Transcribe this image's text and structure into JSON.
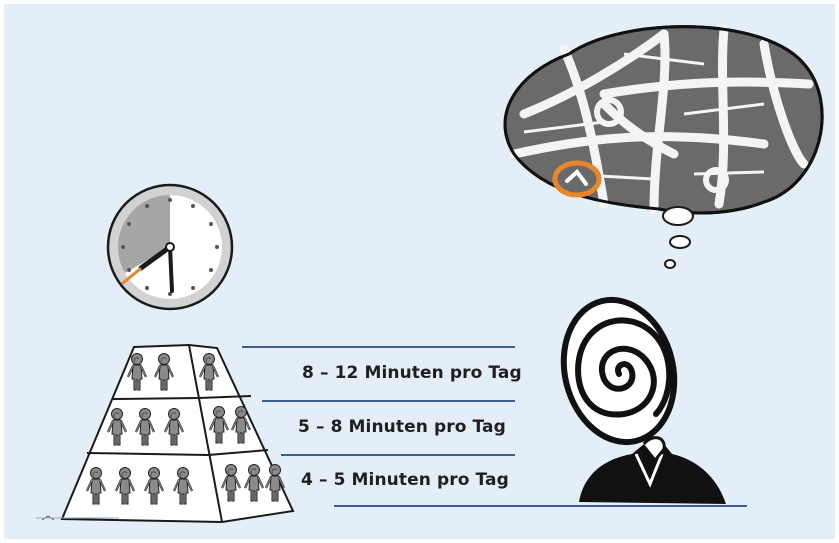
{
  "labels": [
    {
      "text": "8 – 12 Minuten pro Tag"
    },
    {
      "text": "5 – 8 Minuten pro Tag"
    },
    {
      "text": "4 – 5 Minuten pro Tag"
    }
  ],
  "colors": {
    "background": "#e4eef8",
    "rule": "#3f5d8c",
    "accent": "#e8872a",
    "ink": "#1a1a1a",
    "figure": "#8a8a8a"
  },
  "icons": [
    "pyramid-of-people",
    "wall-clock-icon",
    "thought-bubble-map",
    "location-marker-icon",
    "thinking-person-icon"
  ]
}
